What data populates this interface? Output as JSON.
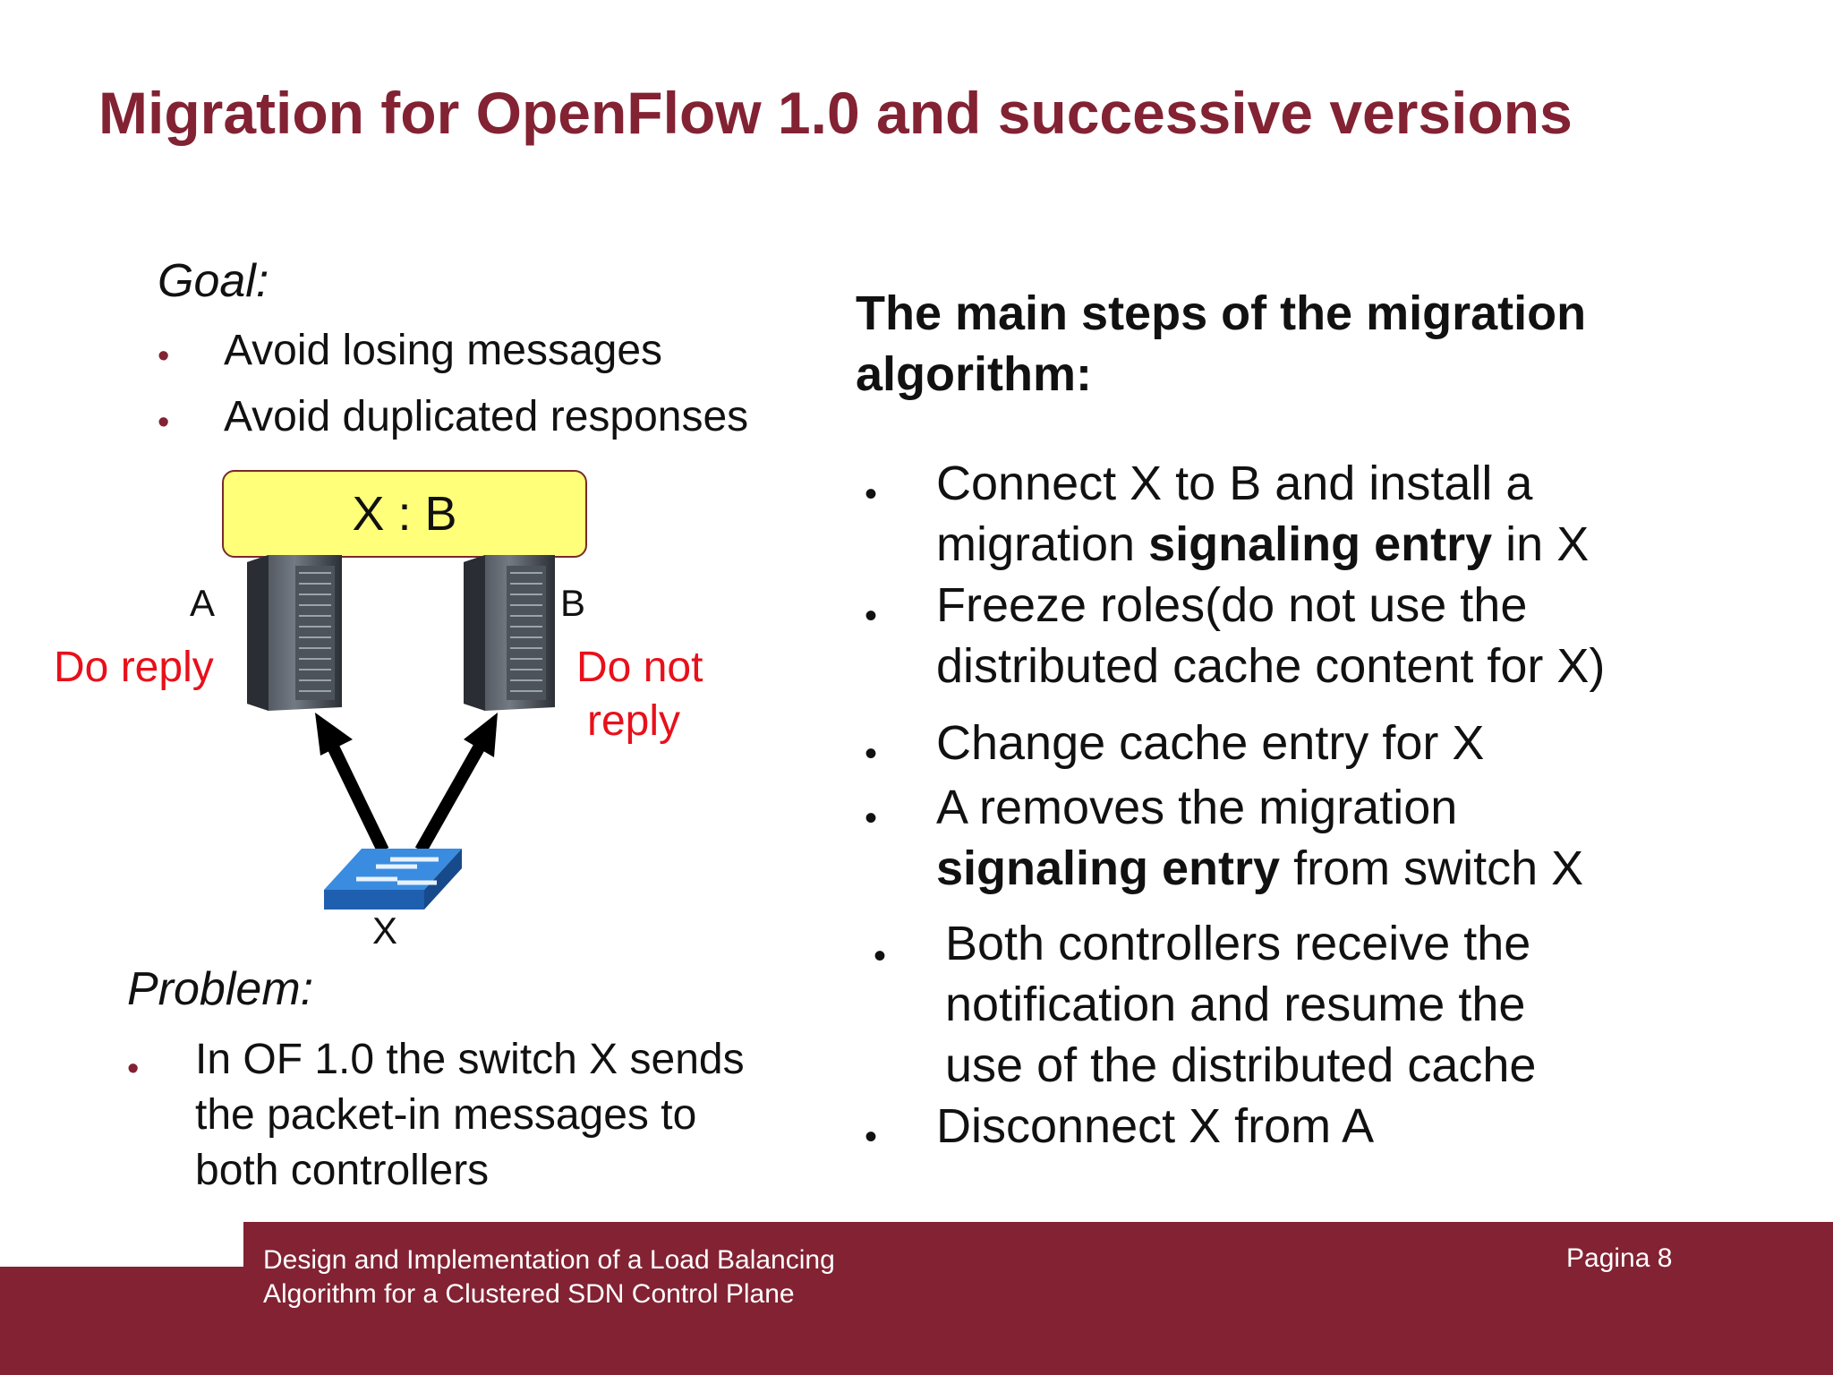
{
  "title": "Migration for OpenFlow 1.0 and successive versions",
  "goal": {
    "heading": "Goal:",
    "items": [
      "Avoid losing messages",
      "Avoid duplicated responses"
    ]
  },
  "diagram": {
    "box_label": "X : B",
    "server_a": "A",
    "server_b": "B",
    "switch_label": "X",
    "reply_a": "Do reply",
    "reply_b_line1": "Do not",
    "reply_b_line2": "reply"
  },
  "problem": {
    "heading": "Problem:",
    "lines": [
      "In OF 1.0 the switch X sends",
      "the packet-in messages to",
      "both controllers"
    ]
  },
  "steps": {
    "heading_line1": "The main steps of the migration",
    "heading_line2": "algorithm:",
    "s1_a": "Connect X to B and install a",
    "s1_b_pre": "migration ",
    "s1_b_bold": "signaling entry",
    "s1_b_post": " in X",
    "s2_a": "Freeze roles(do not use the",
    "s2_b": "distributed cache content for X)",
    "s3": "Change cache entry for X",
    "s4_a": "A removes the migration",
    "s4_b_bold": "signaling entry",
    "s4_b_post": " from switch X",
    "s5_a": "Both controllers receive the",
    "s5_b": "notification and resume the",
    "s5_c": "use of the distributed cache",
    "s6": "Disconnect X from A"
  },
  "footer": {
    "line1": "Design and Implementation of a Load Balancing",
    "line2": "Algorithm for a Clustered SDN Control Plane",
    "page": "Pagina 8"
  },
  "colors": {
    "accent": "#822233",
    "highlight": "#ffff7a",
    "red_text": "#e8101a",
    "switch_blue": "#2a74c8"
  },
  "icons": [
    "server-tower-icon",
    "network-switch-icon",
    "arrow-up-icon"
  ]
}
